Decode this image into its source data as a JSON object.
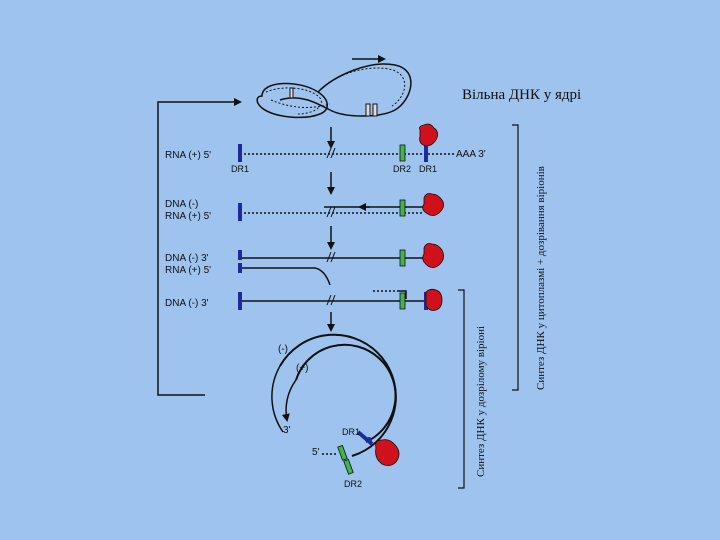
{
  "title": "Вільна ДНК у ядрі",
  "rows": [
    {
      "label_lines": [
        "RNA (+) 5'"
      ]
    },
    {
      "label_lines": [
        "DNA (-)",
        "RNA (+) 5'"
      ]
    },
    {
      "label_lines": [
        "DNA (-) 3'",
        "RNA (+) 5'"
      ]
    },
    {
      "label_lines": [
        "DNA (-) 3'"
      ]
    }
  ],
  "markers": {
    "dr1_left": "DR1",
    "dr2": "DR2",
    "dr1_right": "DR1",
    "polya": "AAA 3'"
  },
  "circle": {
    "minus": "(-)",
    "plus": "(+)",
    "three_prime": "3'",
    "five_prime": "5'",
    "dr1": "DR1",
    "dr2": "DR2"
  },
  "bracket_inner": "Синтез ДНК у дозрілому віріоні",
  "bracket_outer": "Синтез ДНК у цитоплазмі + дозрівання віріонів",
  "colors": {
    "background": "#9dc3ee",
    "dr1": "#1c2a9c",
    "dr2": "#44b34a",
    "protein": "#d0101a",
    "line": "#111111"
  }
}
